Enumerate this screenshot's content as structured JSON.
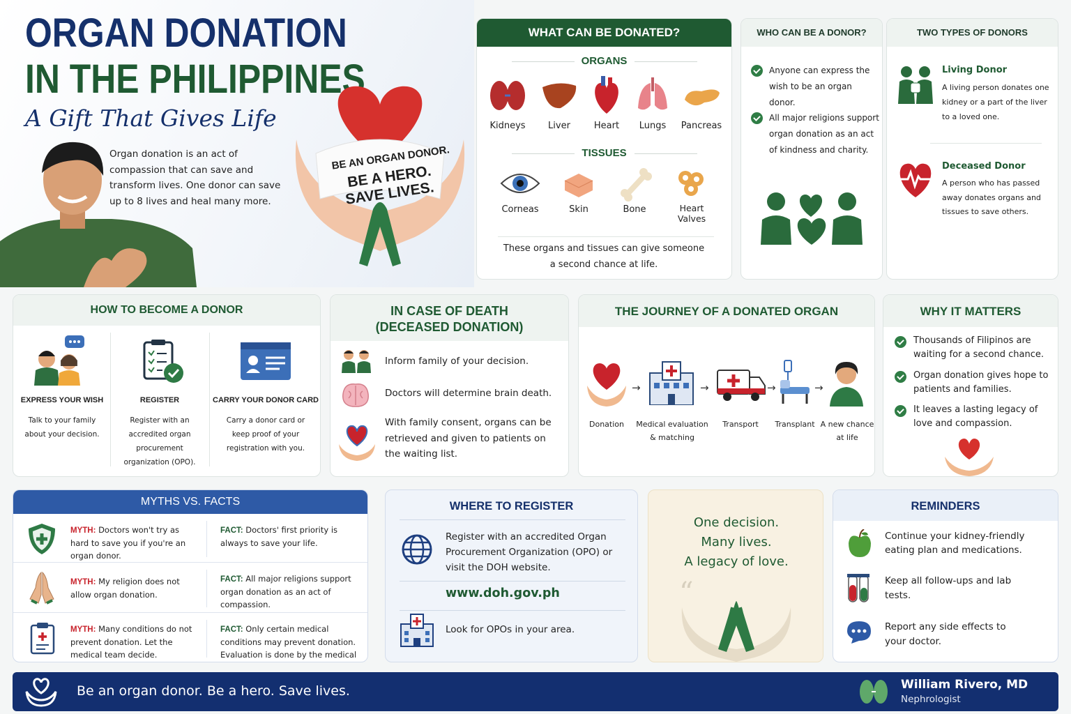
{
  "hero": {
    "title_line1": "ORGAN DONATION",
    "title_line2": "IN THE PHILIPPINES",
    "tagline": "A Gift That Gives Life",
    "intro": "Organ donation is an act of compassion that can save and transform lives. One donor can save up to 8 lives and heal many more.",
    "band_line1": "BE AN ORGAN DONOR.",
    "band_line2": "BE A HERO.",
    "band_line3": "SAVE LIVES."
  },
  "donated": {
    "title": "WHAT CAN BE DONATED?",
    "organs_label": "ORGANS",
    "organs": [
      "Kidneys",
      "Liver",
      "Heart",
      "Lungs",
      "Pancreas"
    ],
    "tissues_label": "TISSUES",
    "tissues": [
      "Corneas",
      "Skin",
      "Bone",
      "Heart\nValves"
    ],
    "note": "These organs and tissues can give someone a second chance at life."
  },
  "who": {
    "title": "WHO CAN BE A DONOR?",
    "items": [
      "Anyone can express the wish to be an organ donor.",
      "All major religions support organ donation as an act of kindness and charity."
    ]
  },
  "types": {
    "title": "TWO TYPES OF DONORS",
    "living_title": "Living Donor",
    "living_text": "A living person donates one kidney or a part of the liver to a loved one.",
    "deceased_title": "Deceased Donor",
    "deceased_text": "A person who has passed away donates organs and tissues to save others."
  },
  "become": {
    "title": "HOW TO BECOME A DONOR",
    "steps": [
      {
        "title": "EXPRESS YOUR WISH",
        "text": "Talk to your family about your decision."
      },
      {
        "title": "REGISTER",
        "text": "Register with an accredited organ procurement organization (OPO)."
      },
      {
        "title": "CARRY YOUR DONOR CARD",
        "text": "Carry a donor card or keep proof of your registration with you."
      }
    ]
  },
  "death": {
    "title_line1": "IN CASE OF DEATH",
    "title_line2": "(DECEASED DONATION)",
    "items": [
      "Inform family of your decision.",
      "Doctors will determine brain death.",
      "With family consent, organs can be retrieved and given to patients on the waiting list."
    ]
  },
  "journey": {
    "title": "THE JOURNEY OF A DONATED ORGAN",
    "steps": [
      "Donation",
      "Medical evaluation\n& matching",
      "Transport",
      "Transplant",
      "A new chance\nat life"
    ]
  },
  "why": {
    "title": "WHY IT MATTERS",
    "items": [
      "Thousands of Filipinos are waiting for a second chance.",
      "Organ donation gives hope to patients and families.",
      "It leaves a lasting legacy of love and compassion."
    ]
  },
  "myths": {
    "title": "MYTHS VS. FACTS",
    "myth_label": "MYTH:",
    "fact_label": "FACT:",
    "rows": [
      {
        "myth": "Doctors won't try as hard to save you if you're an organ donor.",
        "fact": "Doctors' first priority is always to save your life."
      },
      {
        "myth": "My religion does not allow organ donation.",
        "fact": "All major religions support organ donation as an act of compassion."
      },
      {
        "myth": "Many conditions do not prevent donation. Let the medical team decide.",
        "fact": "Only certain medical conditions may prevent donation. Evaluation is done by the medical team."
      }
    ]
  },
  "register": {
    "title": "WHERE TO REGISTER",
    "text": "Register with an accredited Organ Procurement Organization (OPO) or visit the DOH website.",
    "url": "www.doh.gov.ph",
    "local": "Look for OPOs in your area."
  },
  "quote": {
    "line1": "One decision.",
    "line2": "Many lives.",
    "line3": "A legacy of love."
  },
  "reminders": {
    "title": "REMINDERS",
    "items": [
      "Continue your kidney-friendly eating plan and medications.",
      "Keep all follow-ups and lab tests.",
      "Report any side effects to your doctor."
    ]
  },
  "footer": {
    "slogan": "Be an organ donor. Be a hero. Save lives.",
    "name": "William Rivero, MD",
    "role": "Nephrologist"
  },
  "colors": {
    "navy": "#15306b",
    "green": "#1f5a32",
    "red": "#c8232c",
    "footer": "#132f70"
  }
}
